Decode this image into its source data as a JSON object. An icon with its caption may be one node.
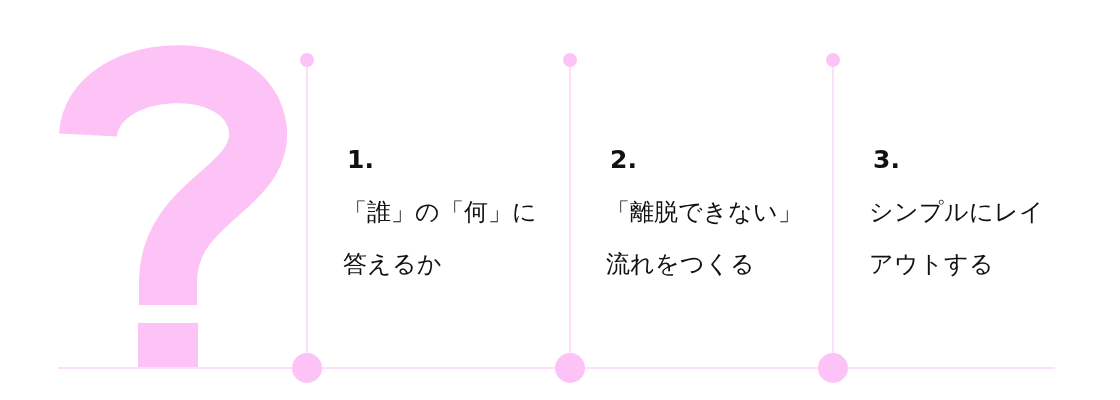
{
  "diagram": {
    "labels": [
      "1.",
      "「誰」の「何」に答えるか",
      "2.",
      "「離脱できない」流れをつくる",
      "3.",
      "シンプルにレイアウトする"
    ]
  }
}
